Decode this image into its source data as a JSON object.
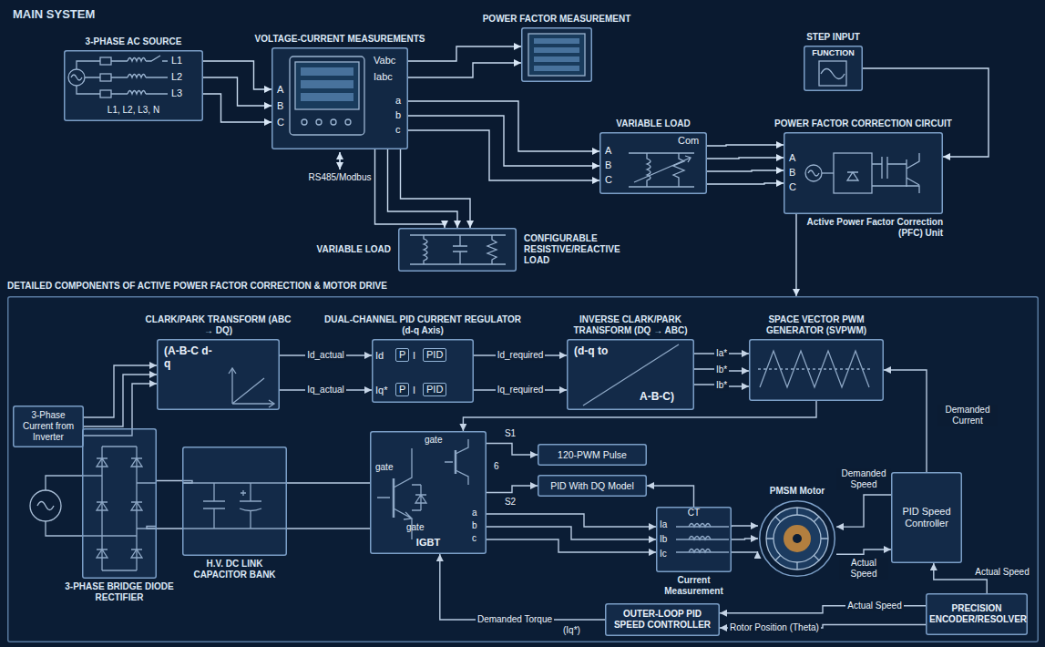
{
  "diagram": {
    "title": "MAIN SYSTEM",
    "nodes": [
      {
        "text": [
          "3-PHASE AC SOURCE",
          "L1",
          "L2",
          "L3",
          "L1, L2, L3, N"
        ]
      },
      {
        "text": [
          "VOLTAGE-CURRENT MEASUREMENTS",
          "A",
          "B",
          "C",
          "Vabc",
          "Iabc",
          "a",
          "b",
          "c"
        ]
      },
      {
        "text": [
          "POWER FACTOR MEASUREMENT"
        ]
      },
      {
        "text": [
          "STEP INPUT",
          "FUNCTION"
        ]
      },
      {
        "text": [
          "VARIABLE LOAD",
          "A",
          "B",
          "C",
          "Com"
        ]
      },
      {
        "text": [
          "POWER FACTOR CORRECTION CIRCUIT",
          "A",
          "B",
          "C",
          "Active Power Factor Correction (PFC) Unit"
        ]
      },
      {
        "text": [
          "VARIABLE LOAD",
          "CONFIGURABLE RESISTIVE/REACTIVE LOAD"
        ]
      },
      {
        "text": [
          "DETAILED COMPONENTS OF ACTIVE POWER FACTOR CORRECTION & MOTOR DRIVE"
        ]
      },
      {
        "text": [
          "CLARK/PARK TRANSFORM (ABC → DQ)",
          "(A-B-C d-q"
        ],
        "in": 7
      },
      {
        "text": [
          "DUAL-CHANNEL PID CURRENT REGULATOR (d-q Axis)",
          "Id",
          "P",
          "I",
          "PID",
          "Iq*",
          "P",
          "I",
          "PID"
        ],
        "in": 7
      },
      {
        "text": [
          "INVERSE CLARK/PARK TRANSFORM (DQ → ABC)",
          "(d-q to",
          "A-B-C)"
        ],
        "in": 7
      },
      {
        "text": [
          "SPACE VECTOR PWM GENERATOR (SVPWM)"
        ],
        "in": 7
      },
      {
        "text": [
          "3-Phase Current from Inverter"
        ],
        "in": 7
      },
      {
        "text": [
          "3-PHASE BRIDGE DIODE RECTIFIER"
        ],
        "in": 7
      },
      {
        "text": [
          "H.V. DC LINK CAPACITOR BANK"
        ],
        "in": 7
      },
      {
        "text": [
          "IGBT",
          "gate",
          "gate",
          "gate",
          "a",
          "b",
          "c"
        ],
        "in": 7
      },
      {
        "text": [
          "120-PWM Pulse"
        ],
        "in": 7
      },
      {
        "text": [
          "PID With DQ Model"
        ],
        "in": 7
      },
      {
        "text": [
          "CT",
          "Ia",
          "Ib",
          "Ic",
          "Current Measurement"
        ],
        "in": 7
      },
      {
        "text": [
          "PMSM Motor"
        ],
        "in": 7
      },
      {
        "text": [
          "PID Speed Controller"
        ],
        "in": 7
      },
      {
        "text": [
          "OUTER-LOOP PID SPEED CONTROLLER"
        ],
        "in": 7
      },
      {
        "text": [
          "PRECISION ENCODER/RESOLVER"
        ],
        "in": 7
      }
    ],
    "edges": [
      {
        "from": 0,
        "to": 1,
        "arrow": "to"
      },
      {
        "from": 1,
        "to": 2,
        "arrow": "to"
      },
      {
        "from": 1,
        "to": 4,
        "arrow": "to"
      },
      {
        "from": 1,
        "to": 6,
        "arrow": "to"
      },
      {
        "from": 3,
        "to": 5,
        "arrow": "to"
      },
      {
        "from": 4,
        "to": 5,
        "arrow": "to"
      },
      {
        "from": 5,
        "to": 7,
        "arrow": "to"
      },
      {
        "from": 12,
        "to": 8,
        "arrow": "to"
      },
      {
        "from": 8,
        "to": 9,
        "label": "Id_actual",
        "arrow": "to"
      },
      {
        "from": 8,
        "to": 9,
        "label": "Iq_actual",
        "arrow": "to"
      },
      {
        "from": 9,
        "to": 10,
        "label": "Id_required",
        "arrow": "to"
      },
      {
        "from": 9,
        "to": 10,
        "label": "Iq_required",
        "arrow": "to"
      },
      {
        "from": 10,
        "to": 11,
        "label": "Ia*",
        "arrow": "to"
      },
      {
        "from": 10,
        "to": 11,
        "label": "Ib*",
        "arrow": "to"
      },
      {
        "from": 10,
        "to": 11,
        "label": "Ib*",
        "arrow": "to"
      },
      {
        "from": 20,
        "to": 11,
        "label": "Demanded Current",
        "arrow": "to"
      },
      {
        "from": 11,
        "to": 15,
        "arrow": "to"
      },
      {
        "from": 15,
        "to": 16,
        "label": "S1",
        "arrow": "to"
      },
      {
        "from": 15,
        "to": 17,
        "label": "S2",
        "arrow": "to"
      },
      {
        "from": 18,
        "to": 17,
        "arrow": "to"
      },
      {
        "from": 15,
        "to": 18,
        "arrow": "to"
      },
      {
        "from": 18,
        "to": 19,
        "arrow": "to"
      },
      {
        "from": 20,
        "to": 19,
        "label": "Demanded Speed",
        "arrow": "to"
      },
      {
        "from": 19,
        "to": 20,
        "label": "Actual Speed",
        "arrow": "to"
      },
      {
        "from": 22,
        "to": 20,
        "label": "Actual Speed",
        "arrow": "to"
      },
      {
        "from": 22,
        "to": 21,
        "label": "Actual Speed",
        "arrow": "to"
      },
      {
        "from": 22,
        "to": 21,
        "label": "Rotor Position (Theta)",
        "arrow": "to"
      },
      {
        "from": 21,
        "to": 15,
        "label": "Demanded Torque",
        "arrow": "to"
      },
      {
        "from": 13,
        "to": 14,
        "arrow": "none"
      },
      {
        "from": 14,
        "to": 15,
        "arrow": "none"
      }
    ],
    "labels": [
      "RS485/Modbus",
      "6",
      "(Iq*)"
    ]
  }
}
